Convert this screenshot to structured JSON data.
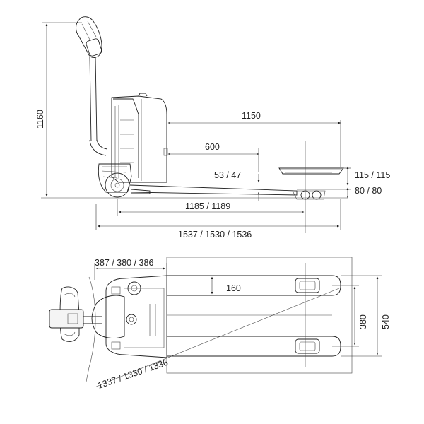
{
  "side_view": {
    "dimensions": {
      "height_total": "1160",
      "fork_length": "1150",
      "load_center": "600",
      "lift_height": "115 / 115",
      "lowered_height": "80 / 80",
      "fork_low_height": "53 / 47",
      "wheelbase": "1185 / 1189",
      "overall_length": "1537 / 1530 / 1536"
    }
  },
  "top_view": {
    "dimensions": {
      "head_length": "387 / 380 / 386",
      "fork_width": "160",
      "inner_width": "380",
      "outer_width": "540",
      "turning_radius": "1337 / 1330 / 1336"
    }
  },
  "colors": {
    "line": "#222222",
    "background": "#ffffff"
  }
}
